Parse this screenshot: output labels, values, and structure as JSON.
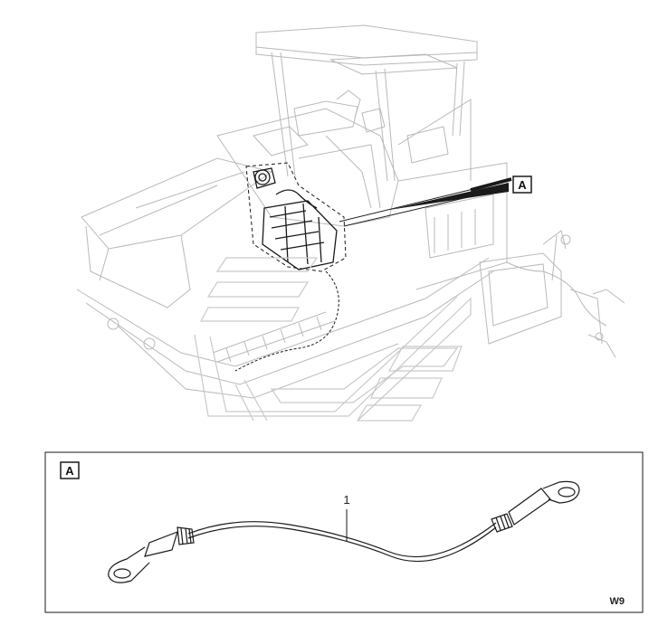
{
  "callouts": {
    "main_callout": "A",
    "detail_callout": "A"
  },
  "parts": [
    {
      "number": "1"
    }
  ],
  "drawing_code": "W9",
  "colors": {
    "line_light": "#b9b9b9",
    "line_dark": "#1a1a1a",
    "watermark": "#c9c9c9"
  }
}
